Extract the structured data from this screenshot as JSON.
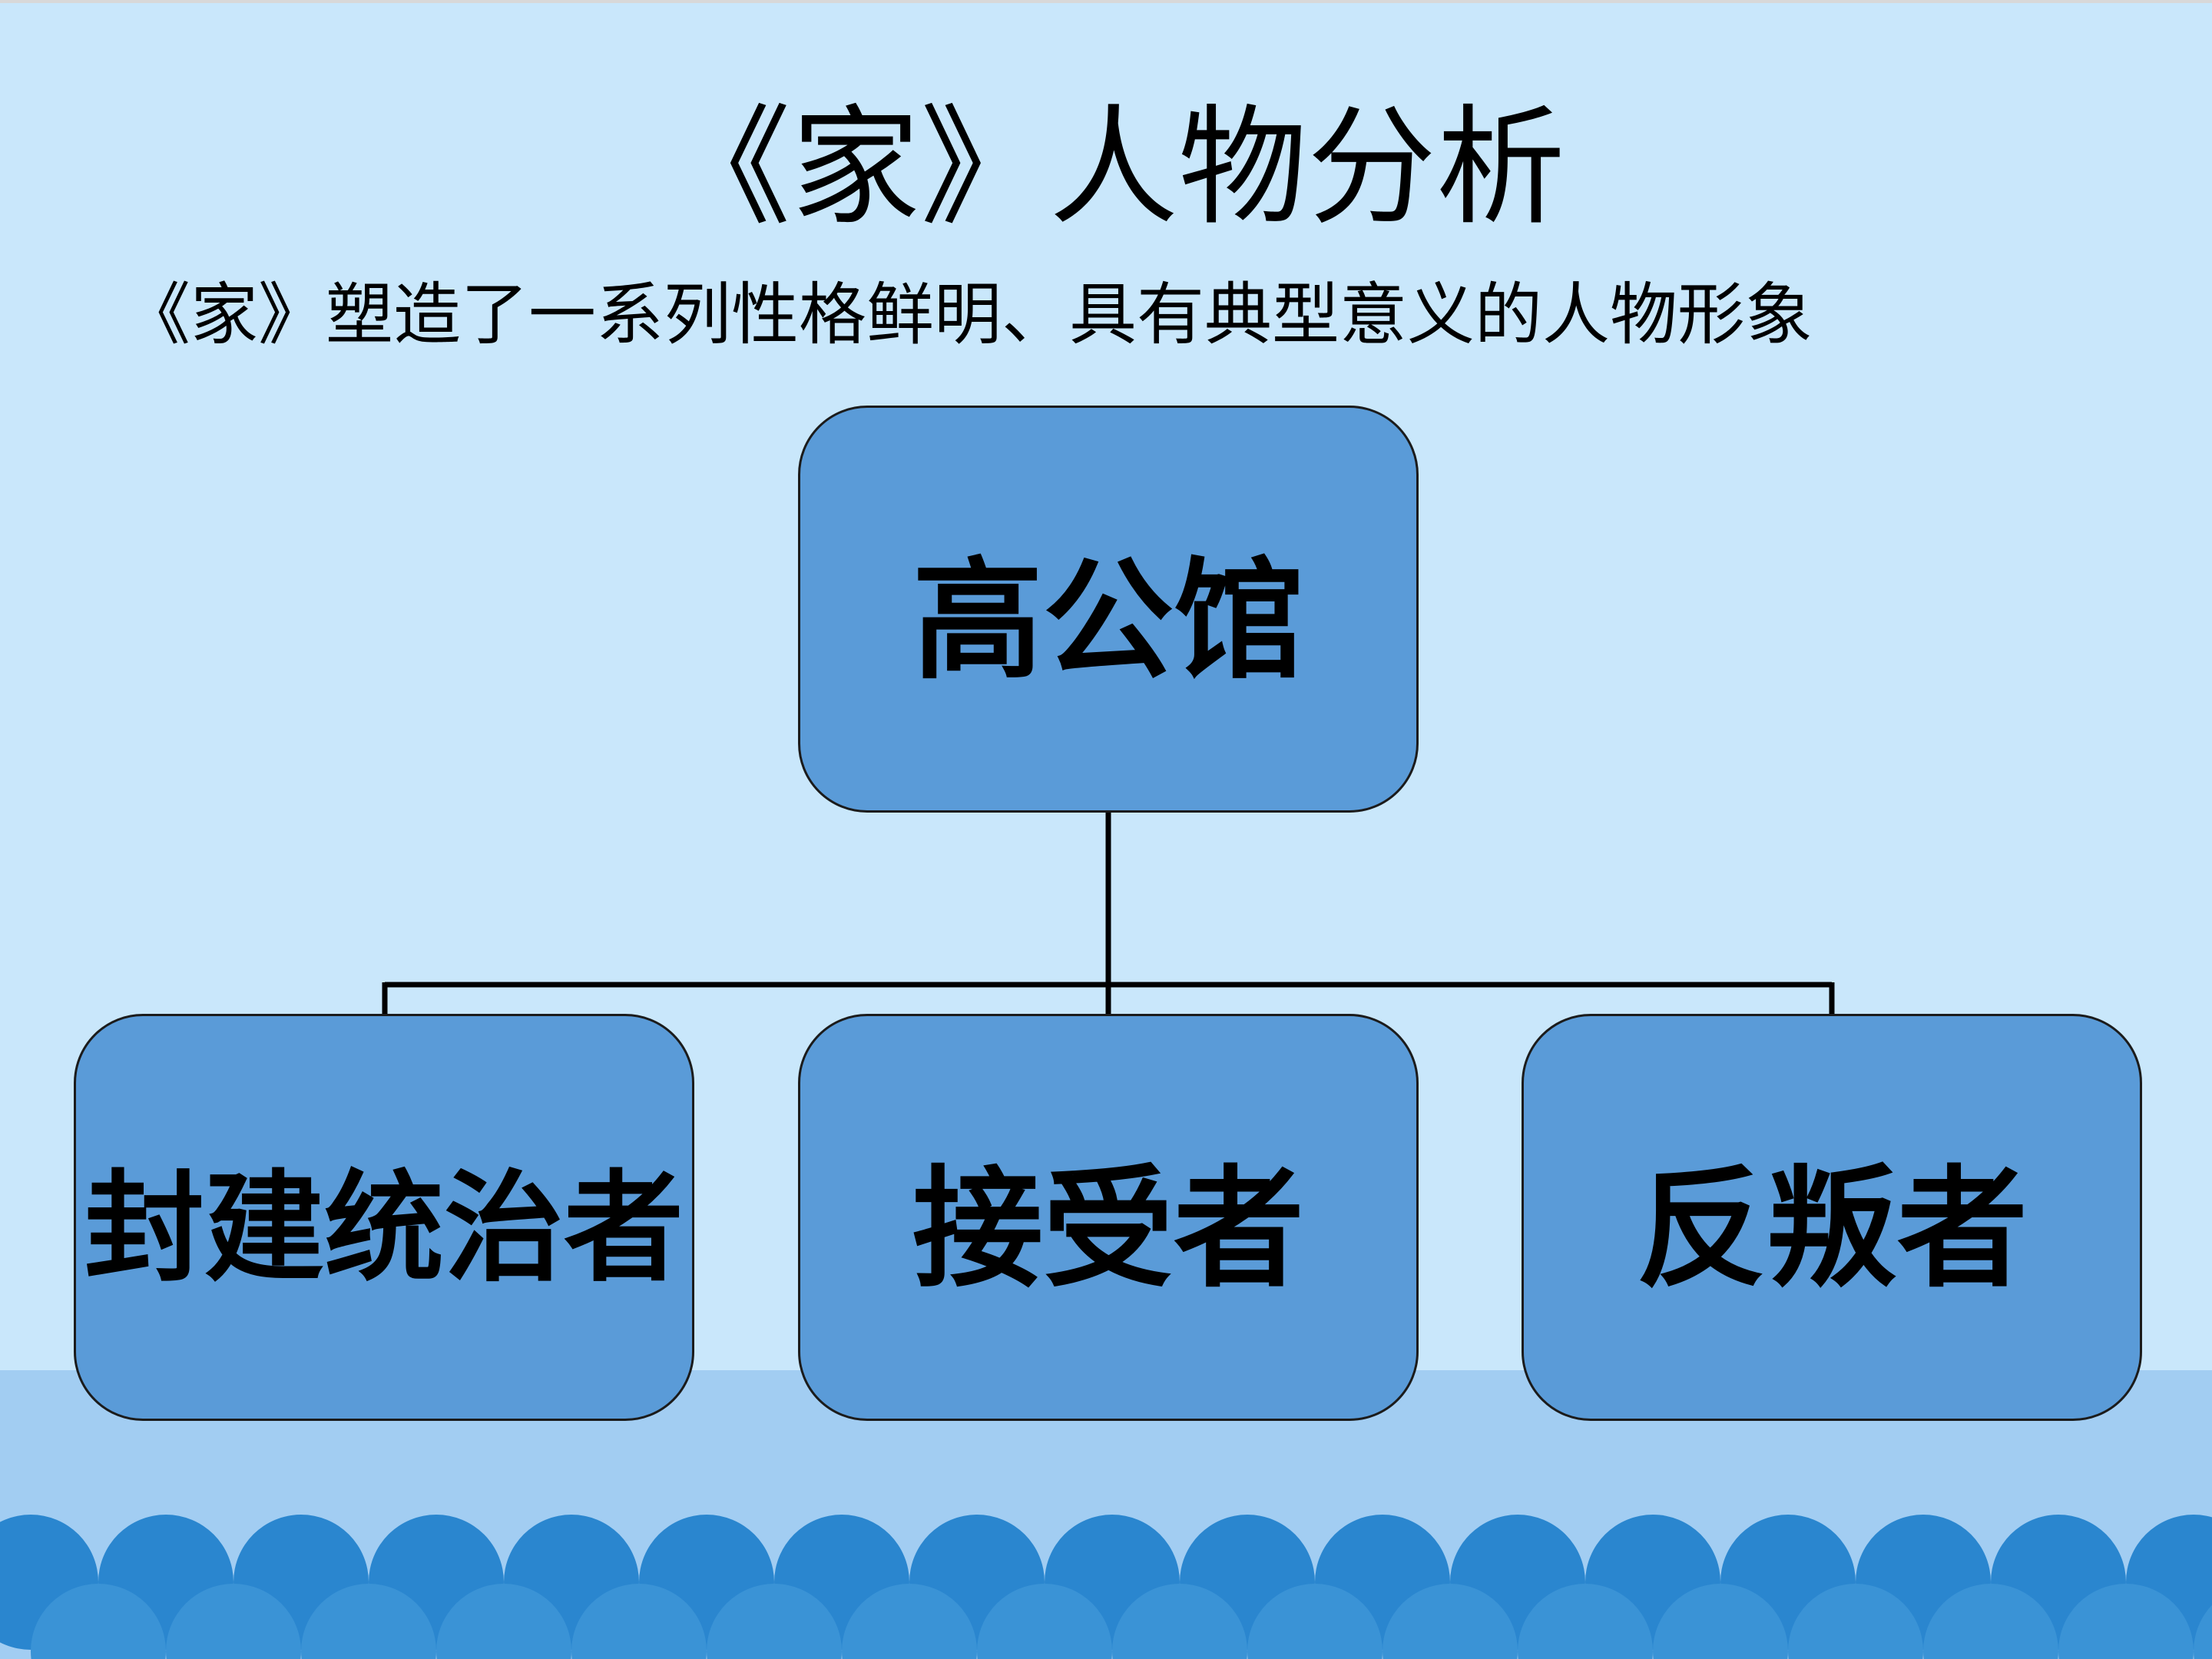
{
  "slide": {
    "title": "《家》人物分析",
    "subtitle": "《家》塑造了一系列性格鲜明、具有典型意义的人物形象"
  },
  "diagram": {
    "root": {
      "label": "高公馆"
    },
    "children": [
      {
        "label": "封建统治者"
      },
      {
        "label": "接受者"
      },
      {
        "label": "反叛者"
      }
    ]
  },
  "colors": {
    "background": "#c9e7fb",
    "node_fill": "#5a9bd8",
    "wave_band": "#a2cdf2",
    "wave_dark": "#2a86cf",
    "wave_mid": "#3a93d6"
  }
}
